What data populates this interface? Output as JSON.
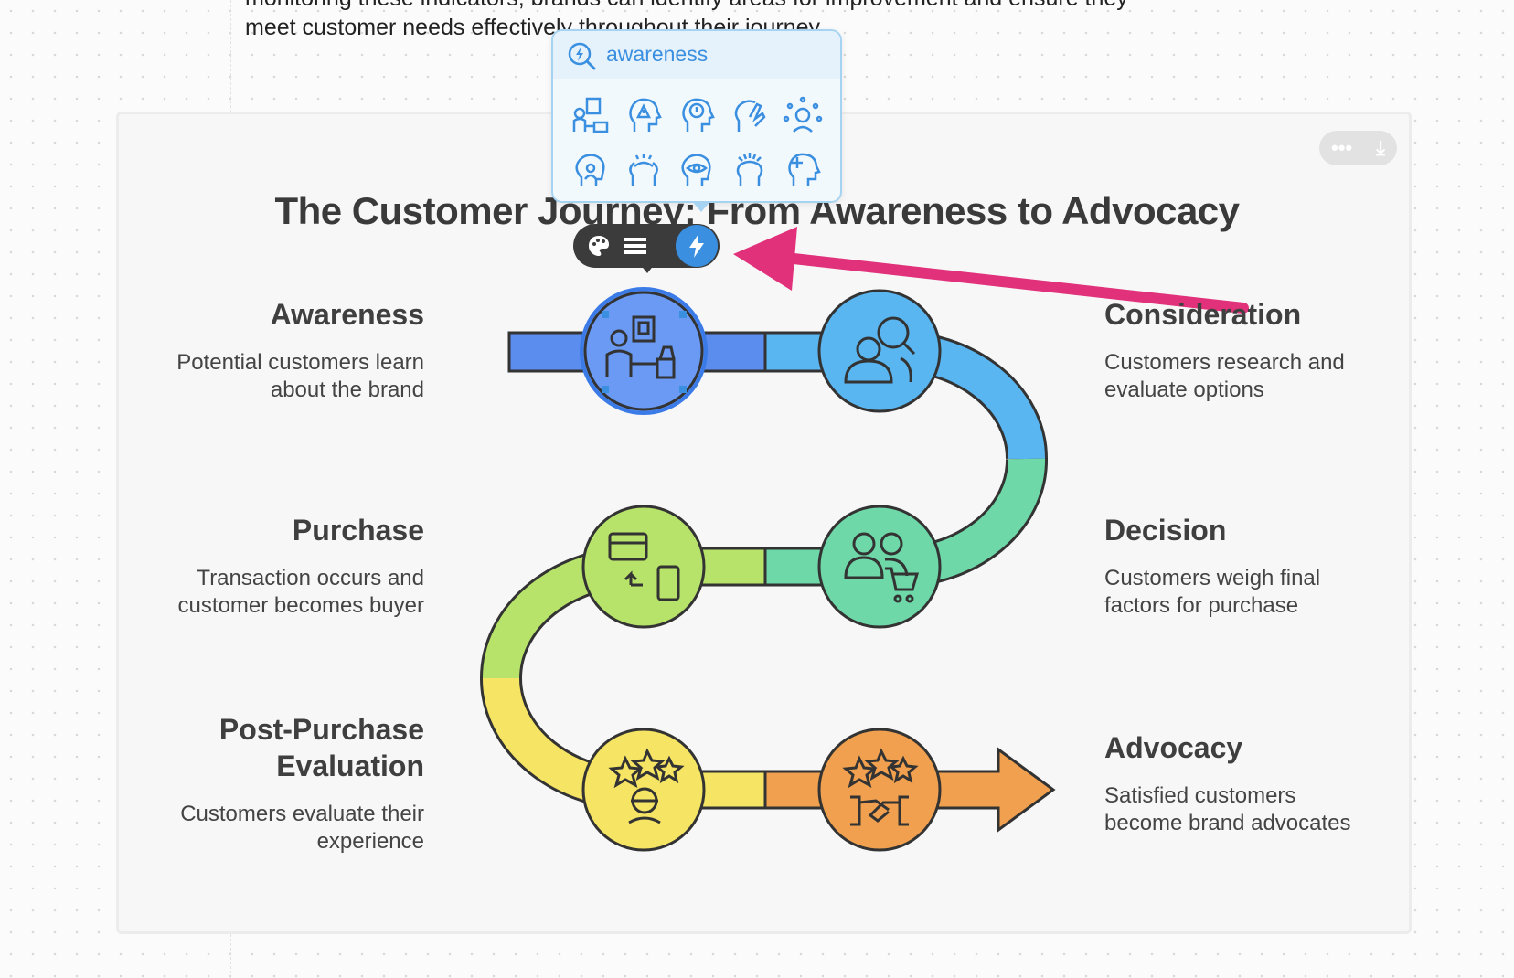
{
  "document": {
    "line1": "monitoring these indicators, brands can identify areas for improvement and ensure they",
    "line2": "meet customer needs effectively throughout their journey."
  },
  "diagram": {
    "title": "The Customer Journey: From Awareness to Advocacy",
    "stages": [
      {
        "name": "Awareness",
        "description_line1": "Potential customers learn",
        "description_line2": "about the brand",
        "icon": "person-billboard-icon",
        "color": "#5b8def"
      },
      {
        "name": "Consideration",
        "description_line1": "Customers research and",
        "description_line2": "evaluate options",
        "icon": "person-search-icon",
        "color": "#5ab6f0"
      },
      {
        "name": "Decision",
        "description_line1": "Customers weigh final",
        "description_line2": "factors for purchase",
        "icon": "people-cart-icon",
        "color": "#6ed8a8"
      },
      {
        "name": "Purchase",
        "description_line1": "Transaction occurs and",
        "description_line2": "customer becomes buyer",
        "icon": "card-to-phone-icon",
        "color": "#b7e36a"
      },
      {
        "name": "Post-Purchase",
        "name_line2": "Evaluation",
        "description_line1": "Customers evaluate their",
        "description_line2": "experience",
        "icon": "stars-person-icon",
        "color": "#f6e464"
      },
      {
        "name": "Advocacy",
        "description_line1": "Satisfied customers",
        "description_line2": "become brand advocates",
        "icon": "stars-handshake-icon",
        "color": "#f0a04e"
      }
    ]
  },
  "card_actions": {
    "more_label": "•••",
    "download_label": "⤓"
  },
  "toolbar": {
    "palette_icon": "palette-icon",
    "list_icon": "list-icon",
    "bolt_icon": "bolt-icon"
  },
  "icon_picker": {
    "search_value": "awareness",
    "results": [
      "person-billboard-icon",
      "head-alert-icon",
      "head-idea-icon",
      "head-hand-icon",
      "head-radiating-icon",
      "head-person-icon",
      "head-sparks-icon",
      "head-eye-icon",
      "head-rays-icon",
      "head-plus-icon"
    ]
  },
  "annotation": {
    "arrow_color": "#e0317a"
  }
}
